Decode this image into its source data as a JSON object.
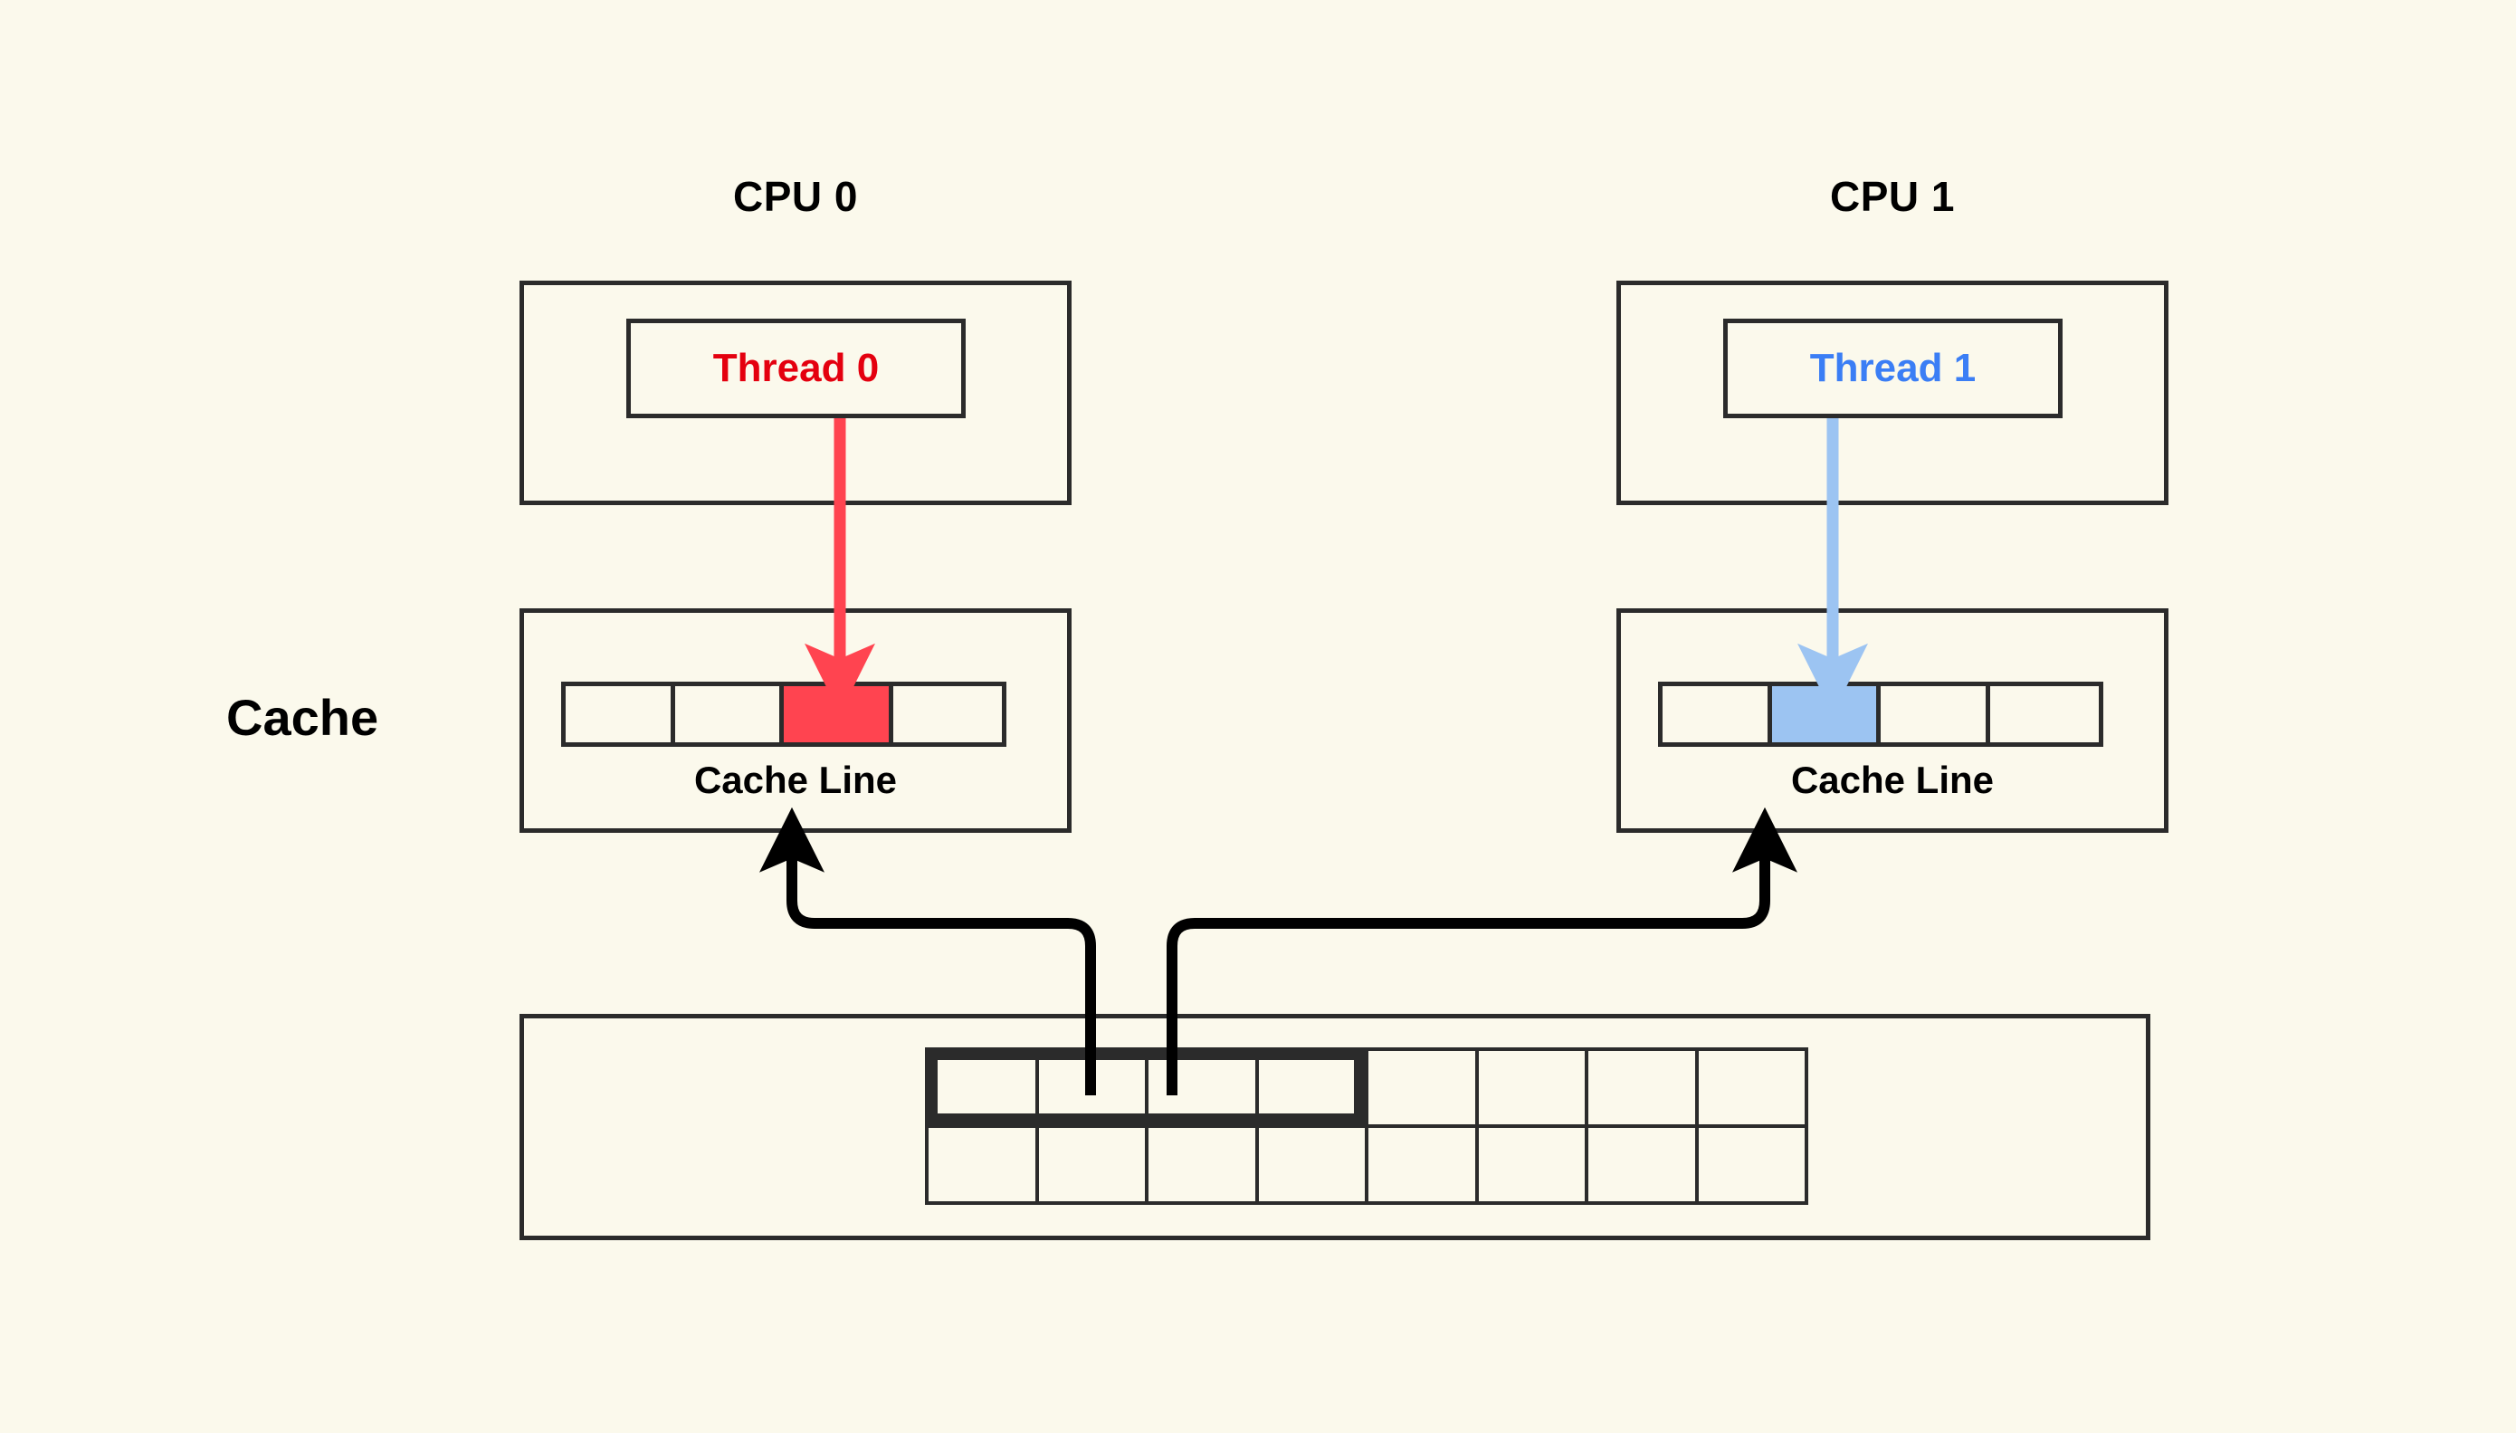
{
  "diagram": {
    "title_labels": {
      "cache_label": "Cache"
    },
    "colors": {
      "background": "#FBF9EC",
      "stroke": "#2b2b2b",
      "thread0_text": "#E4000F",
      "thread1_text": "#3B7EF5",
      "arrow_red": "#FF4450",
      "arrow_blue": "#9CC4F2",
      "cache_cell_red": "#FF4450",
      "cache_cell_blue": "#9CC4F2",
      "memory_highlight": "#2b2b2b"
    },
    "cpus": [
      {
        "title": "CPU 0",
        "thread_label": "Thread 0",
        "thread_color": "#E4000F",
        "arrow_color": "#FF4450",
        "cache_line_label": "Cache Line",
        "cache_line_cells": 4,
        "cache_line_filled_index": 2,
        "cache_line_fill_color": "#FF4450"
      },
      {
        "title": "CPU 1",
        "thread_label": "Thread 1",
        "thread_color": "#3B7EF5",
        "arrow_color": "#9CC4F2",
        "cache_line_label": "Cache Line",
        "cache_line_cells": 4,
        "cache_line_filled_index": 1,
        "cache_line_fill_color": "#9CC4F2"
      }
    ],
    "memory": {
      "columns": 8,
      "rows": 2,
      "highlight_row": 0,
      "highlight_start_col": 0,
      "highlight_span_cols": 4
    }
  }
}
